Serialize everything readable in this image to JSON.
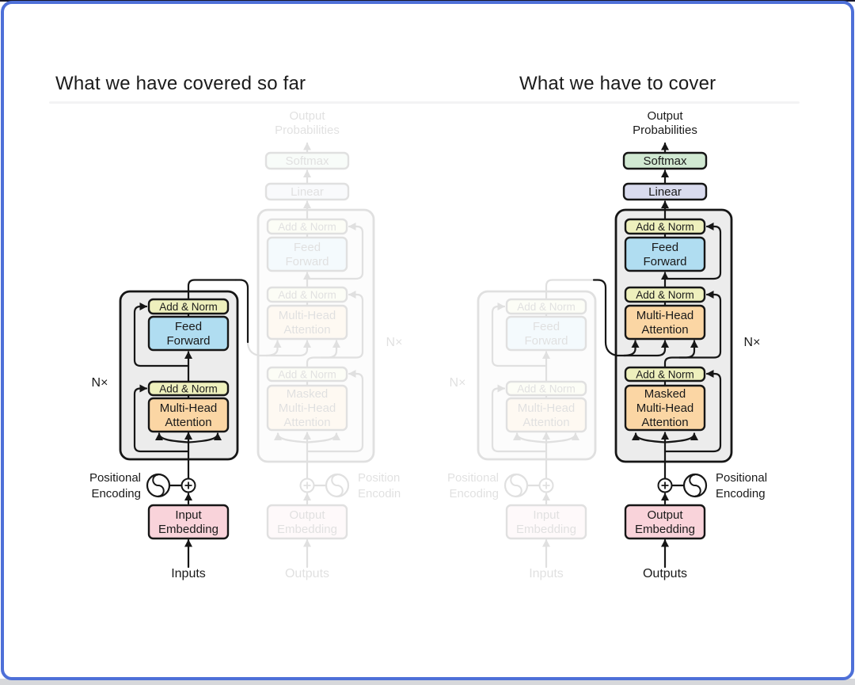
{
  "page": {
    "frame_border_color": "#4e70d8",
    "background": "#ffffff"
  },
  "panels": [
    {
      "title": "What we have covered so far",
      "highlighted": "encoder"
    },
    {
      "title": "What we have to cover",
      "highlighted": "decoder"
    }
  ],
  "diagram_labels": {
    "output_probabilities": [
      "Output",
      "Probabilities"
    ],
    "softmax": "Softmax",
    "linear": "Linear",
    "add_norm": "Add & Norm",
    "feed_forward": [
      "Feed",
      "Forward"
    ],
    "multi_head_attention": [
      "Multi-Head",
      "Attention"
    ],
    "masked_multi_head_attention": [
      "Masked",
      "Multi-Head",
      "Attention"
    ],
    "positional_encoding": [
      "Positional",
      "Encoding"
    ],
    "positional_encoding_clipped": [
      "Position",
      "Encodin"
    ],
    "input_embedding": [
      "Input",
      "Embedding"
    ],
    "output_embedding": [
      "Output",
      "Embedding"
    ],
    "inputs": "Inputs",
    "outputs": "Outputs",
    "n_times": "N×"
  },
  "colors": {
    "add_norm_fill": "#eef0bd",
    "feed_forward_fill": "#b0ddf1",
    "attention_fill": "#fbd6a4",
    "embedding_fill": "#f9d3da",
    "softmax_fill": "#d1e9d2",
    "linear_fill": "#d9dbee",
    "block_fill": "#ececec",
    "stroke": "#161616"
  }
}
